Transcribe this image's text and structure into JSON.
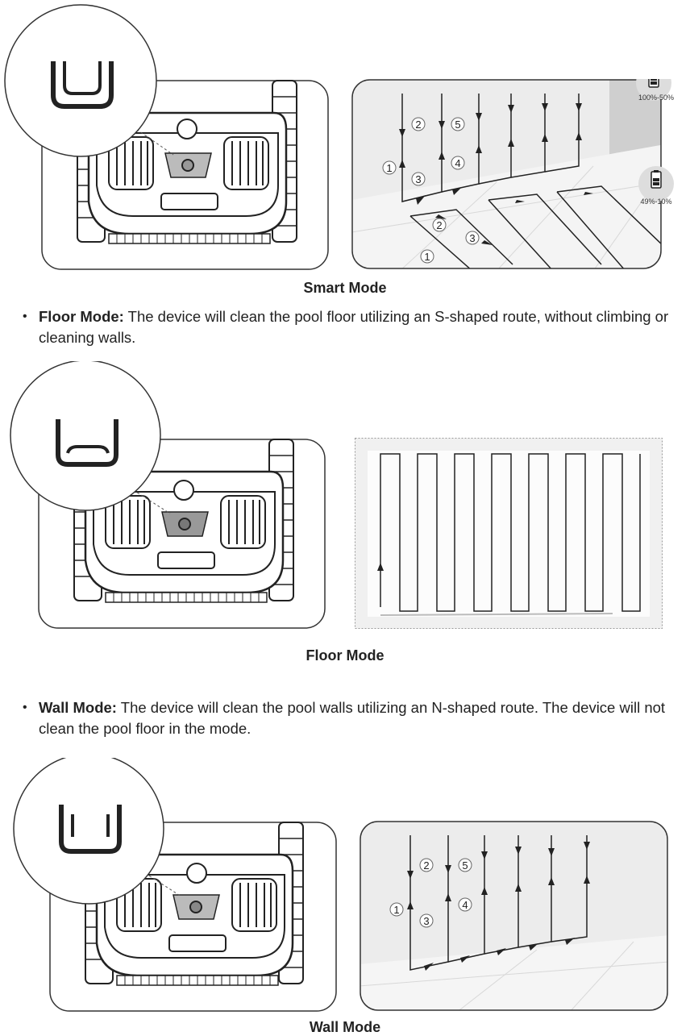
{
  "smart": {
    "caption": "Smart Mode",
    "battery_high": "100%-50%",
    "battery_low": "49%-10%",
    "wall_numbers": [
      "1",
      "2",
      "3",
      "4",
      "5"
    ],
    "floor_numbers": [
      "1",
      "2",
      "3"
    ]
  },
  "floor": {
    "bullet_title": "Floor Mode:",
    "bullet_text": "The device will clean the pool floor utilizing an S-shaped route, without climbing or cleaning walls.",
    "caption": "Floor Mode"
  },
  "wall": {
    "bullet_title": "Wall Mode:",
    "bullet_text": "The device will clean the pool walls utilizing an N-shaped route. The device will not clean the pool floor in the mode.",
    "caption": "Wall Mode",
    "wall_numbers": [
      "1",
      "2",
      "3",
      "4",
      "5"
    ]
  },
  "icons": {
    "bullet": "•"
  }
}
